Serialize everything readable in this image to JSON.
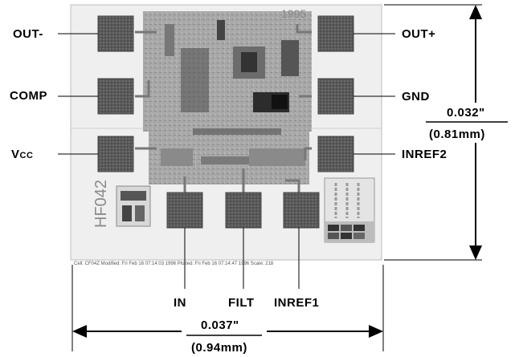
{
  "die": {
    "top_marking": "1995",
    "side_marking": "HF042",
    "caption": "Cell: CF04Z  Modified: Fri Feb 16 07:14:03 1996  Plotted: Fri Feb 16 07:14:47 1996  Scale: 218"
  },
  "pins": {
    "out_minus": "OUT-",
    "comp": "COMP",
    "vcc_main": "V",
    "vcc_sub": "CC",
    "out_plus": "OUT+",
    "gnd": "GND",
    "inref2": "INREF2",
    "in": "IN",
    "filt": "FILT",
    "inref1": "INREF1"
  },
  "dimensions": {
    "height_in": "0.032\"",
    "height_mm": "(0.81mm)",
    "width_in": "0.037\"",
    "width_mm": "(0.94mm)"
  },
  "colors": {
    "line": "#000000",
    "pad": "#5a5a5a",
    "die": "#eeeeee",
    "circuit": "#9a9a9a"
  }
}
